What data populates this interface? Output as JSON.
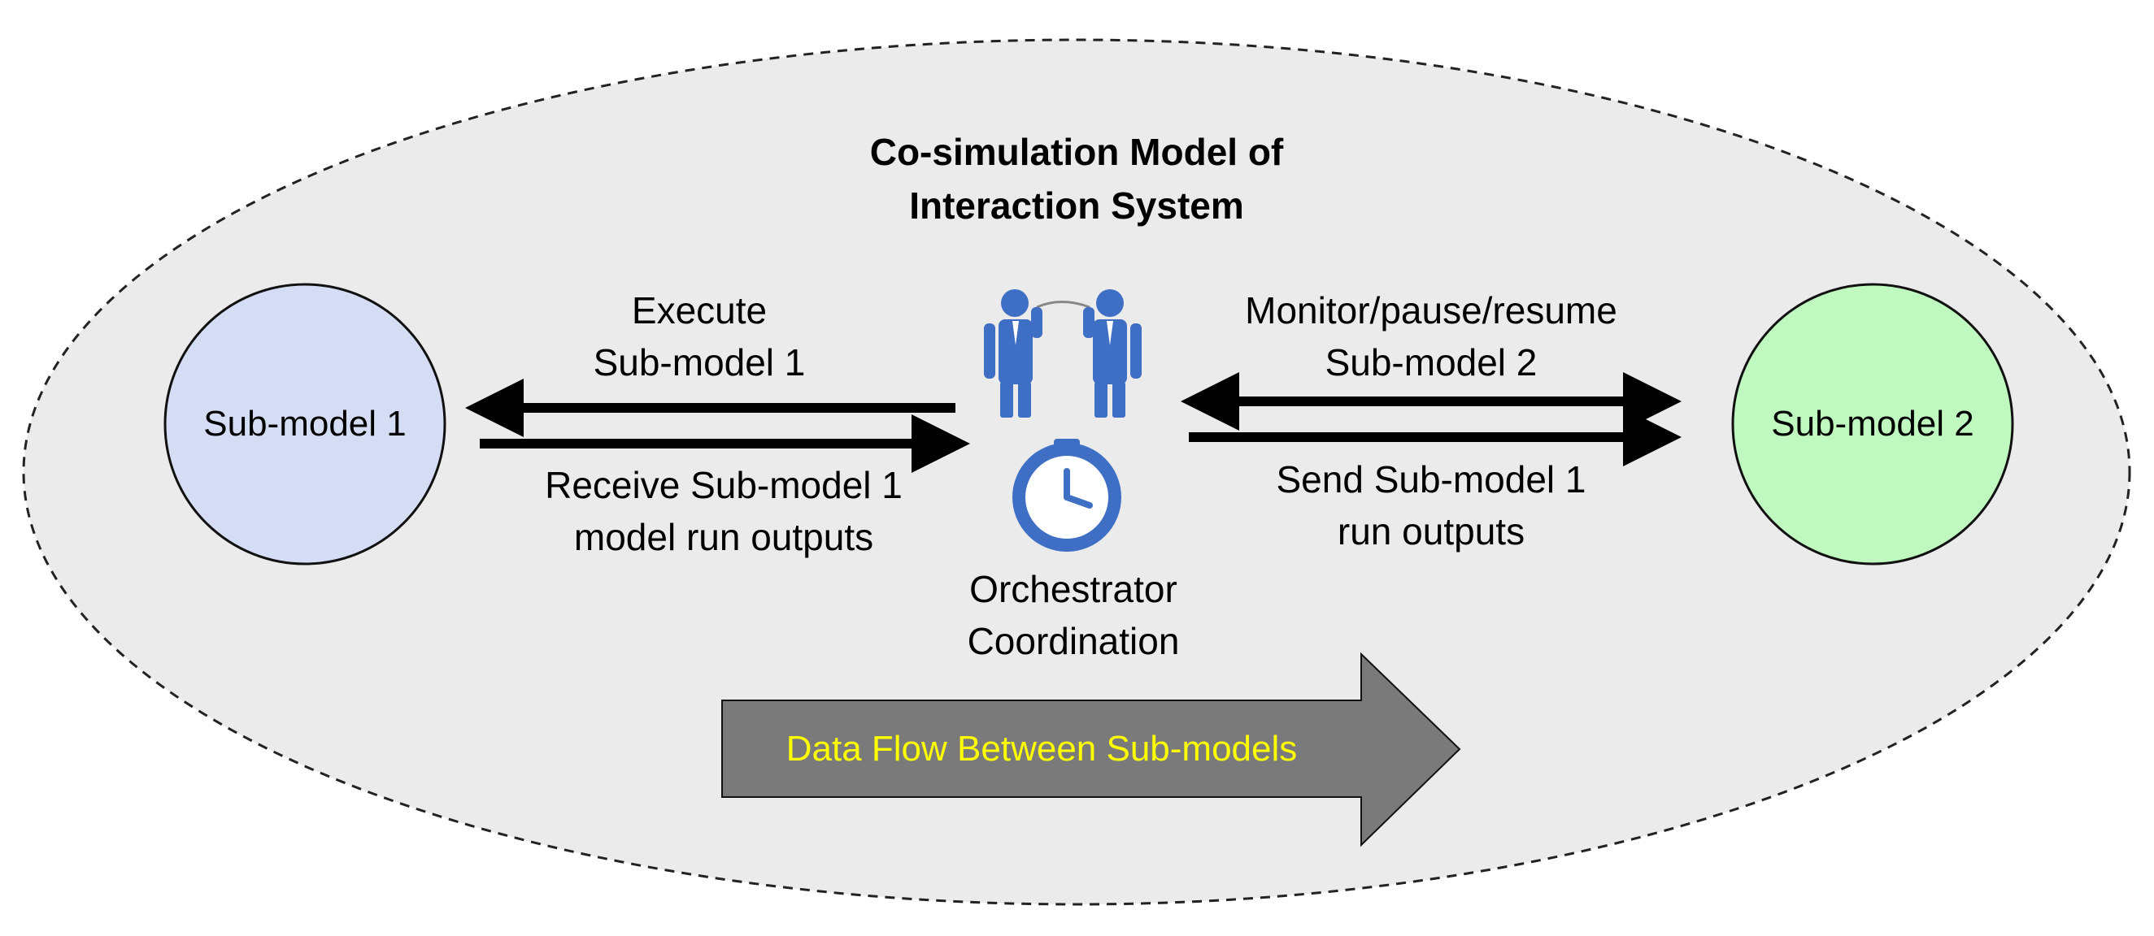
{
  "title_line1": "Co-simulation Model of",
  "title_line2": "Interaction System",
  "nodes": {
    "sub1": {
      "label": "Sub-model 1",
      "fill": "#d4ddf3"
    },
    "sub2": {
      "label": "Sub-model 2",
      "fill": "#c0f9bf"
    }
  },
  "edges": {
    "execute": {
      "line1": "Execute",
      "line2": "Sub-model 1"
    },
    "receive": {
      "line1": "Receive Sub-model 1",
      "line2": "model run outputs"
    },
    "monitor": {
      "line1": "Monitor/pause/resume",
      "line2": "Sub-model 2"
    },
    "send": {
      "line1": "Send Sub-model 1",
      "line2": "run outputs"
    }
  },
  "orchestrator": {
    "line1": "Orchestrator",
    "line2": "Coordination"
  },
  "flow_arrow": {
    "label": "Data Flow Between Sub-models",
    "label_color": "#ffff00",
    "fill": "#7a7a7a"
  },
  "colors": {
    "icon_blue": "#3e6fc4",
    "ellipse_fill": "#ebebeb"
  }
}
